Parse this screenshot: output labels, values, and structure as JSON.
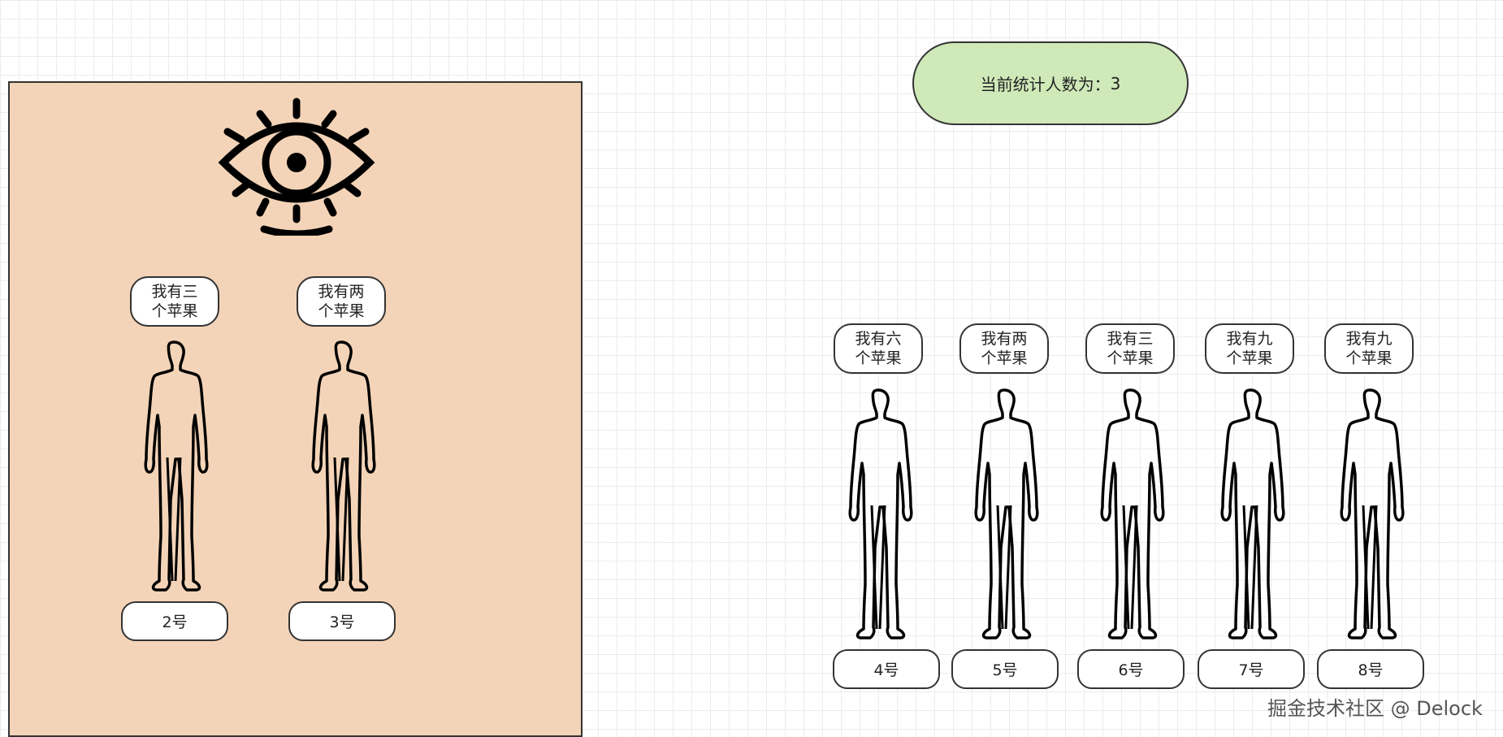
{
  "observer": {
    "icon": "eye-icon"
  },
  "counter": {
    "label": "当前统计人数为：",
    "value": "3"
  },
  "inside_group": [
    {
      "speech": "我有三\n个苹果",
      "tag": "2号"
    },
    {
      "speech": "我有两\n个苹果",
      "tag": "3号"
    }
  ],
  "outside_group": [
    {
      "speech": "我有六\n个苹果",
      "tag": "4号"
    },
    {
      "speech": "我有两\n个苹果",
      "tag": "5号"
    },
    {
      "speech": "我有三\n个苹果",
      "tag": "6号"
    },
    {
      "speech": "我有九\n个苹果",
      "tag": "7号"
    },
    {
      "speech": "我有九\n个苹果",
      "tag": "8号"
    }
  ],
  "watermark": "掘金技术社区 @ Delock",
  "colors": {
    "panel": "#f4d4b8",
    "counter": "#cfe9b8",
    "grid": "#ececec",
    "stroke": "#333333"
  }
}
